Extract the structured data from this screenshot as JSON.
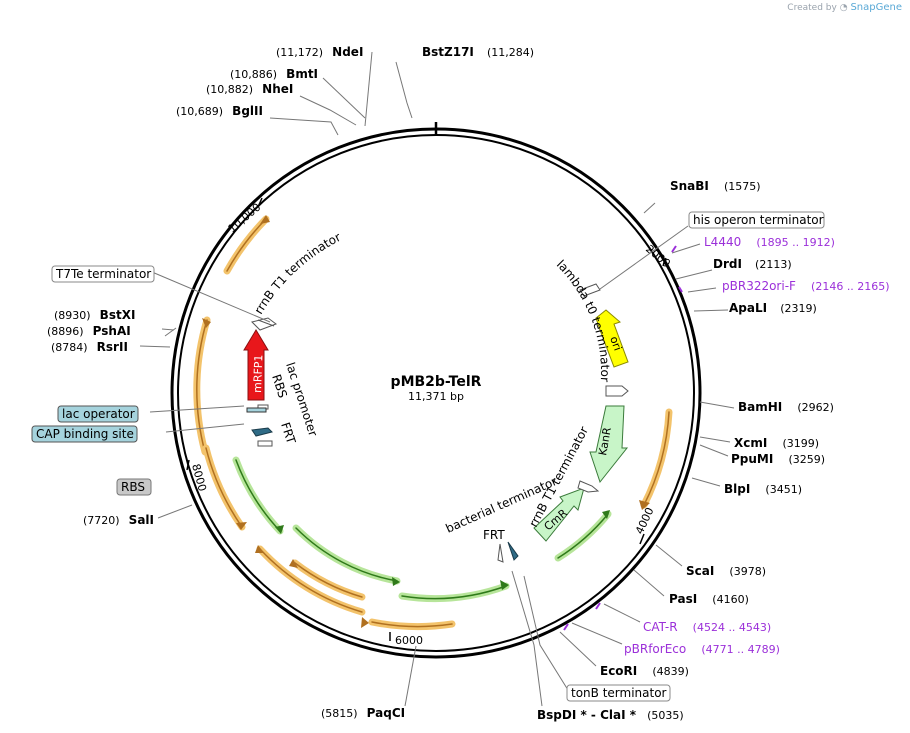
{
  "credit": {
    "prefix": "Created by",
    "brand": "SnapGene"
  },
  "plasmid": {
    "name": "pMB2b-TelR",
    "length_label": "11,371 bp"
  },
  "ticks": [
    "10,000",
    "2000",
    "4000",
    "6000",
    "8000"
  ],
  "sites": [
    {
      "name": "NdeI",
      "pos": "(11,172)"
    },
    {
      "name": "BstZ17I",
      "pos": "(11,284)"
    },
    {
      "name": "BmtI",
      "pos": "(10,886)"
    },
    {
      "name": "NheI",
      "pos": "(10,882)"
    },
    {
      "name": "BglII",
      "pos": "(10,689)"
    },
    {
      "name": "SnaBI",
      "pos": "(1575)"
    },
    {
      "name": "DrdI",
      "pos": "(2113)"
    },
    {
      "name": "ApaLI",
      "pos": "(2319)"
    },
    {
      "name": "BamHI",
      "pos": "(2962)"
    },
    {
      "name": "XcmI",
      "pos": "(3199)"
    },
    {
      "name": "PpuMI",
      "pos": "(3259)"
    },
    {
      "name": "BlpI",
      "pos": "(3451)"
    },
    {
      "name": "ScaI",
      "pos": "(3978)"
    },
    {
      "name": "PasI",
      "pos": "(4160)"
    },
    {
      "name": "EcoRI",
      "pos": "(4839)"
    },
    {
      "name": "BspDI * - ClaI *",
      "pos": "(5035)"
    },
    {
      "name": "PaqCI",
      "pos": "(5815)"
    },
    {
      "name": "SalI",
      "pos": "(7720)"
    },
    {
      "name": "RsrII",
      "pos": "(8784)"
    },
    {
      "name": "PshAI",
      "pos": "(8896)"
    },
    {
      "name": "BstXI",
      "pos": "(8930)"
    }
  ],
  "primers": [
    {
      "name": "L4440",
      "pos": "(1895 .. 1912)"
    },
    {
      "name": "pBR322ori-F",
      "pos": "(2146 .. 2165)"
    },
    {
      "name": "CAT-R",
      "pos": "(4524 .. 4543)"
    },
    {
      "name": "pBRforEco",
      "pos": "(4771 .. 4789)"
    }
  ],
  "boxed_features": [
    "his operon terminator",
    "T7Te terminator",
    "lac operator",
    "CAP binding site",
    "RBS",
    "tonB terminator"
  ],
  "features": [
    "rrnB T1 terminator",
    "lambda t0 terminator",
    "lac promoter",
    "RBS",
    "FRT",
    "bacterial terminator",
    "rrnB T1 terminator",
    "FRT"
  ],
  "arrow_labels": [
    "mRFP1",
    "ori",
    "KanR",
    "CmR"
  ],
  "colors": {
    "mRFP1": "#e8171b",
    "ori": "#ffff00",
    "KanR": "#c8f5c8",
    "CmR": "#c8f5c8",
    "orange_orf": "#f3c36b",
    "green_orf": "#b7e59a",
    "lac_box": "#a5d3dd",
    "primer": "#9b30d9"
  }
}
